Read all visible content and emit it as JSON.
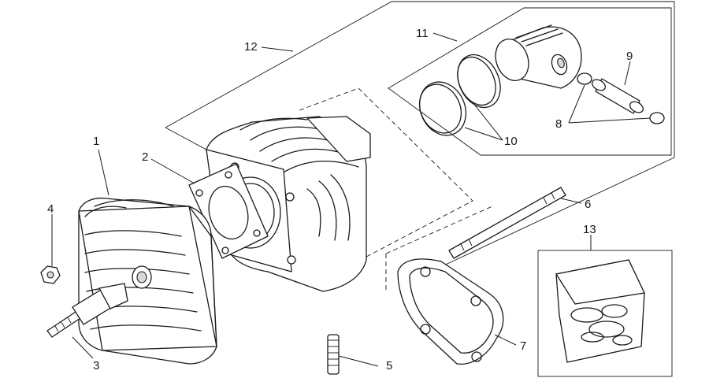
{
  "diagram": {
    "callouts": [
      {
        "id": "1",
        "text": "1"
      },
      {
        "id": "2",
        "text": "2"
      },
      {
        "id": "3",
        "text": "3"
      },
      {
        "id": "4",
        "text": "4"
      },
      {
        "id": "5",
        "text": "5"
      },
      {
        "id": "6",
        "text": "6"
      },
      {
        "id": "7",
        "text": "7"
      },
      {
        "id": "8",
        "text": "8"
      },
      {
        "id": "9",
        "text": "9"
      },
      {
        "id": "10",
        "text": "10"
      },
      {
        "id": "11",
        "text": "11"
      },
      {
        "id": "12",
        "text": "12"
      },
      {
        "id": "13",
        "text": "13"
      }
    ],
    "colors": {
      "line": "#1a1a1a",
      "background": "#ffffff",
      "shade": "#d9d9d9"
    }
  }
}
